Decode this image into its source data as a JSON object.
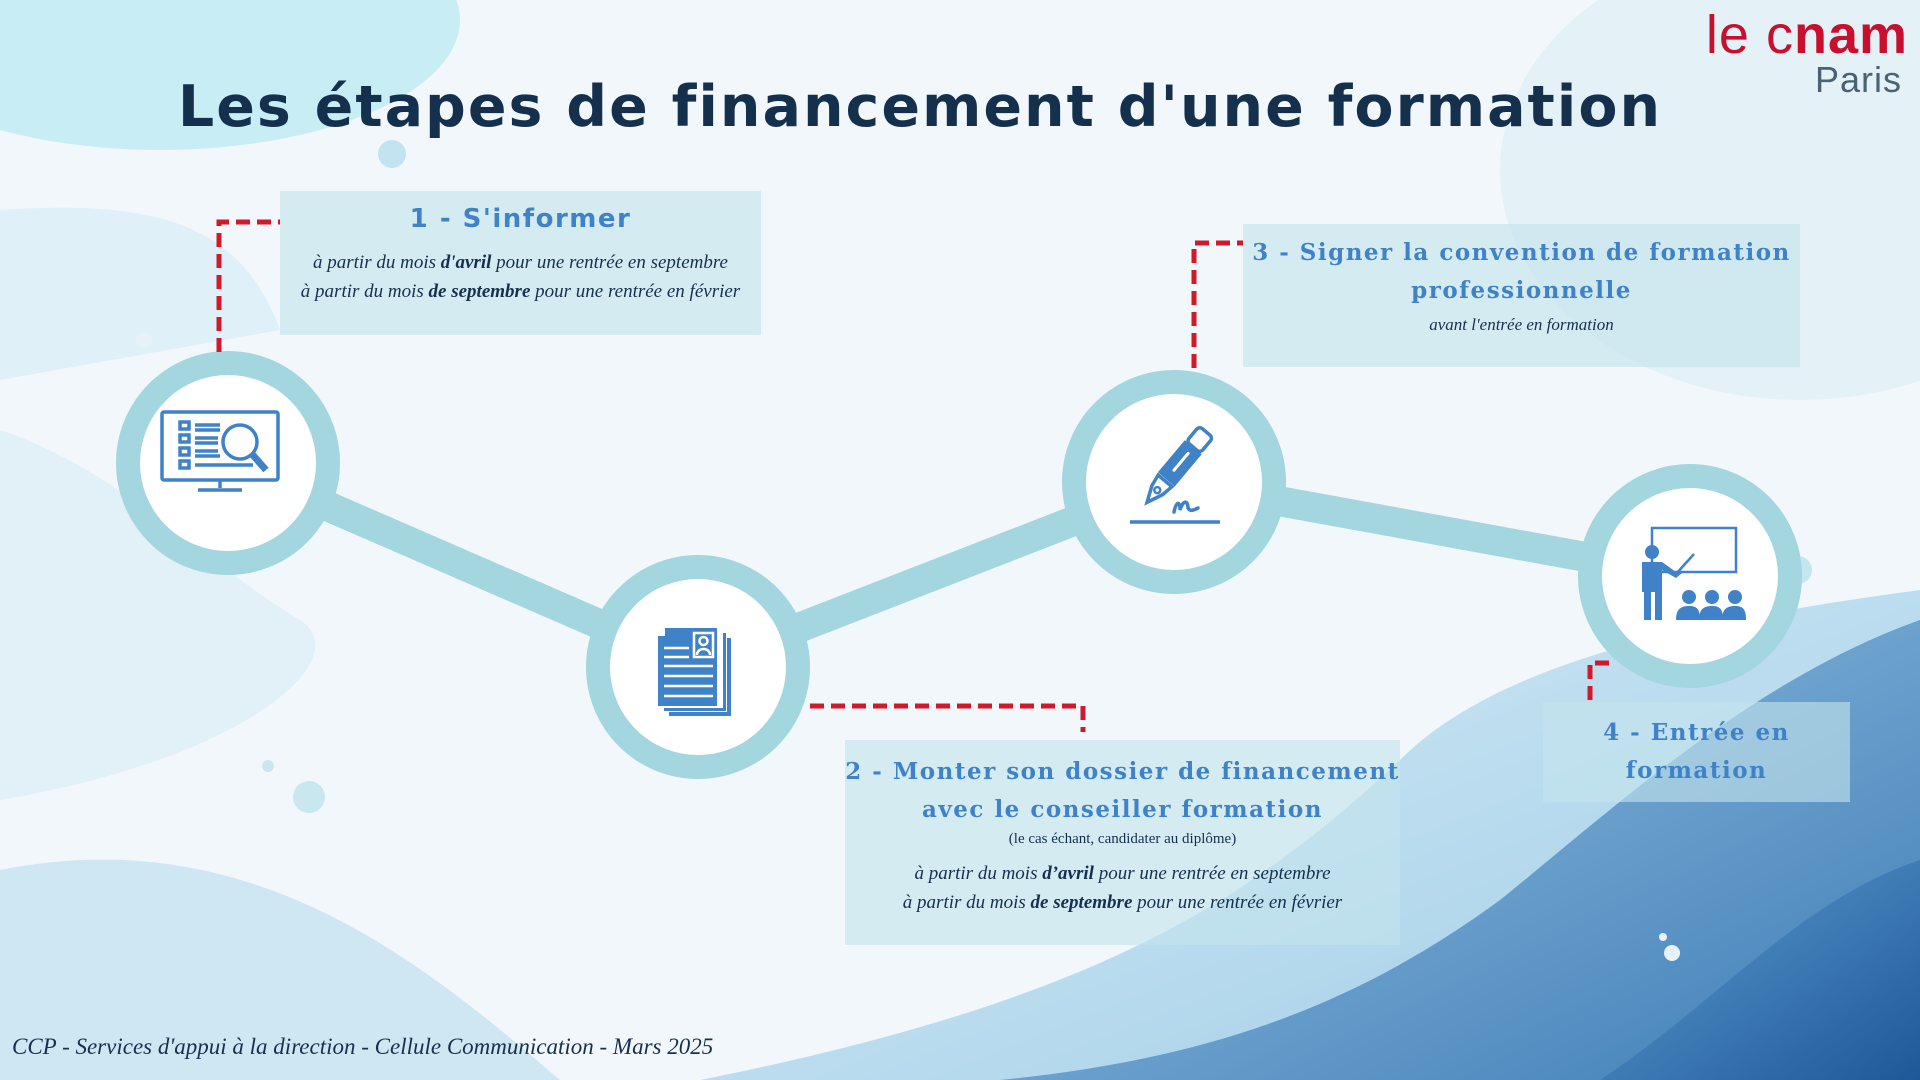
{
  "title": "Les étapes de financement d'une formation",
  "logo": {
    "prefix": "le c",
    "bold": "nam",
    "city": "Paris",
    "color": "#c8102e"
  },
  "colors": {
    "title": "#15304d",
    "step_title": "#3f82c8",
    "ring": "#a3d6de",
    "connector": "#d0192a",
    "icon": "#3f82c8"
  },
  "steps": [
    {
      "number": "1",
      "title": "1 - S'informer",
      "icon": "monitor-search-icon",
      "lines": [
        {
          "pre": "à partir du mois ",
          "bold": "d'avril",
          "post": " pour une rentrée en septembre"
        },
        {
          "pre": "à partir du mois ",
          "bold": "de septembre",
          "post": " pour une rentrée en février"
        }
      ]
    },
    {
      "number": "2",
      "title_line1": "2 - Monter son dossier de financement",
      "title_line2": "avec le conseiller formation",
      "icon": "documents-profile-icon",
      "note": "(le cas échant, candidater au diplôme)",
      "lines": [
        {
          "pre": "à partir du mois ",
          "bold": "d’avril",
          "post": " pour une rentrée en septembre"
        },
        {
          "pre": "à partir du mois ",
          "bold": "de septembre",
          "post": " pour une rentrée en février"
        }
      ]
    },
    {
      "number": "3",
      "title_line1": "3 - Signer la convention de formation",
      "title_line2": "professionnelle",
      "icon": "pen-signature-icon",
      "subtitle": "avant l'entrée en formation"
    },
    {
      "number": "4",
      "title_line1": "4 - Entrée en",
      "title_line2": "formation",
      "icon": "teacher-classroom-icon"
    }
  ],
  "footer": "CCP - Services d'appui à la direction - Cellule Communication - Mars 2025"
}
